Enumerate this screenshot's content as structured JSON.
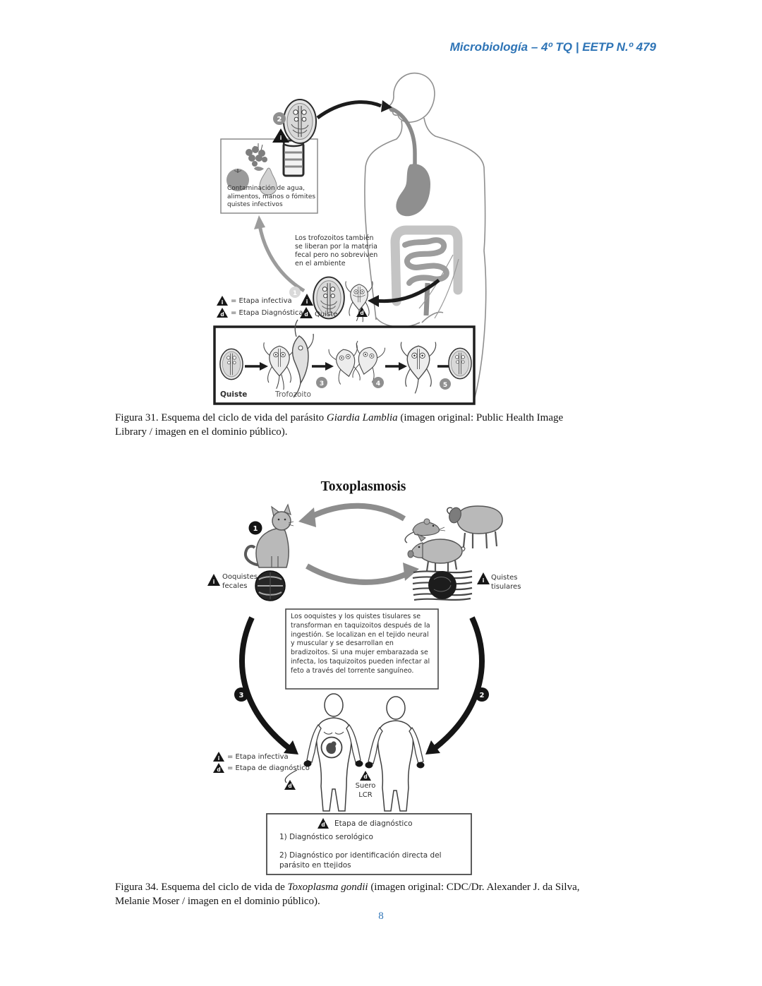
{
  "header": {
    "text": "Microbiología – 4º TQ | EETP N.º 479"
  },
  "footer": {
    "page_number": "8"
  },
  "figure31": {
    "contamination_text": "Contaminación de agua, alimentos, manos o fómites quistes infectivos",
    "trophozoite_note": "Los trofozoitos también se liberan por la materia fecal pero no sobreviven en el ambiente",
    "legend": {
      "infectiva": "= Etapa infectiva",
      "diagnostica": "= Etapa Diagnóstica"
    },
    "labels": {
      "quiste": "Quiste",
      "strip_quiste": "Quiste",
      "strip_trofozoito": "Trofozoito"
    },
    "steps": {
      "s1": "1",
      "s2": "2",
      "s3": "3",
      "s4": "4",
      "s5": "5"
    },
    "markers": {
      "infective": "i",
      "diagnostic": "d"
    },
    "caption": {
      "prefix": "Figura 31. Esquema del ciclo de vida del parásito ",
      "italic": "Giardia Lamblia",
      "suffix": " (imagen original: Public Health Image Library / imagen en el dominio público)."
    }
  },
  "figure34": {
    "title": "Toxoplasmosis",
    "left_label": "Ooquistes fecales",
    "right_label": "Quistes tisulares",
    "center_text": "Los ooquistes y los quistes tisulares se transforman en taquizoitos después de la ingestión. Se localizan en el tejido neural y muscular y se desarrollan en bradizoitos. Si una mujer embarazada se infecta, los taquizoitos pueden infectar al feto a través del torrente sanguíneo.",
    "legend": {
      "infectiva": "= Etapa infectiva",
      "diagnostico": "= Etapa de diagnóstico"
    },
    "suero": "Suero",
    "lcr": "LCR",
    "steps": {
      "s1": "1",
      "s2": "2",
      "s3": "3"
    },
    "markers": {
      "infective": "i",
      "diagnostic": "d"
    },
    "diagnosis_box": {
      "title": "Etapa de diagnóstico",
      "item1": "1) Diagnóstico serológico",
      "item2": "2) Diagnóstico por identificación directa del parásito en ttejidos"
    },
    "caption": {
      "prefix": "Figura 34. Esquema del ciclo de vida de ",
      "italic": "Toxoplasma gondii",
      "suffix": " (imagen original: CDC/Dr. Alexander J. da Silva, Melanie Moser / imagen en el dominio público)."
    }
  },
  "colors": {
    "accent_blue": "#2e74b6"
  }
}
